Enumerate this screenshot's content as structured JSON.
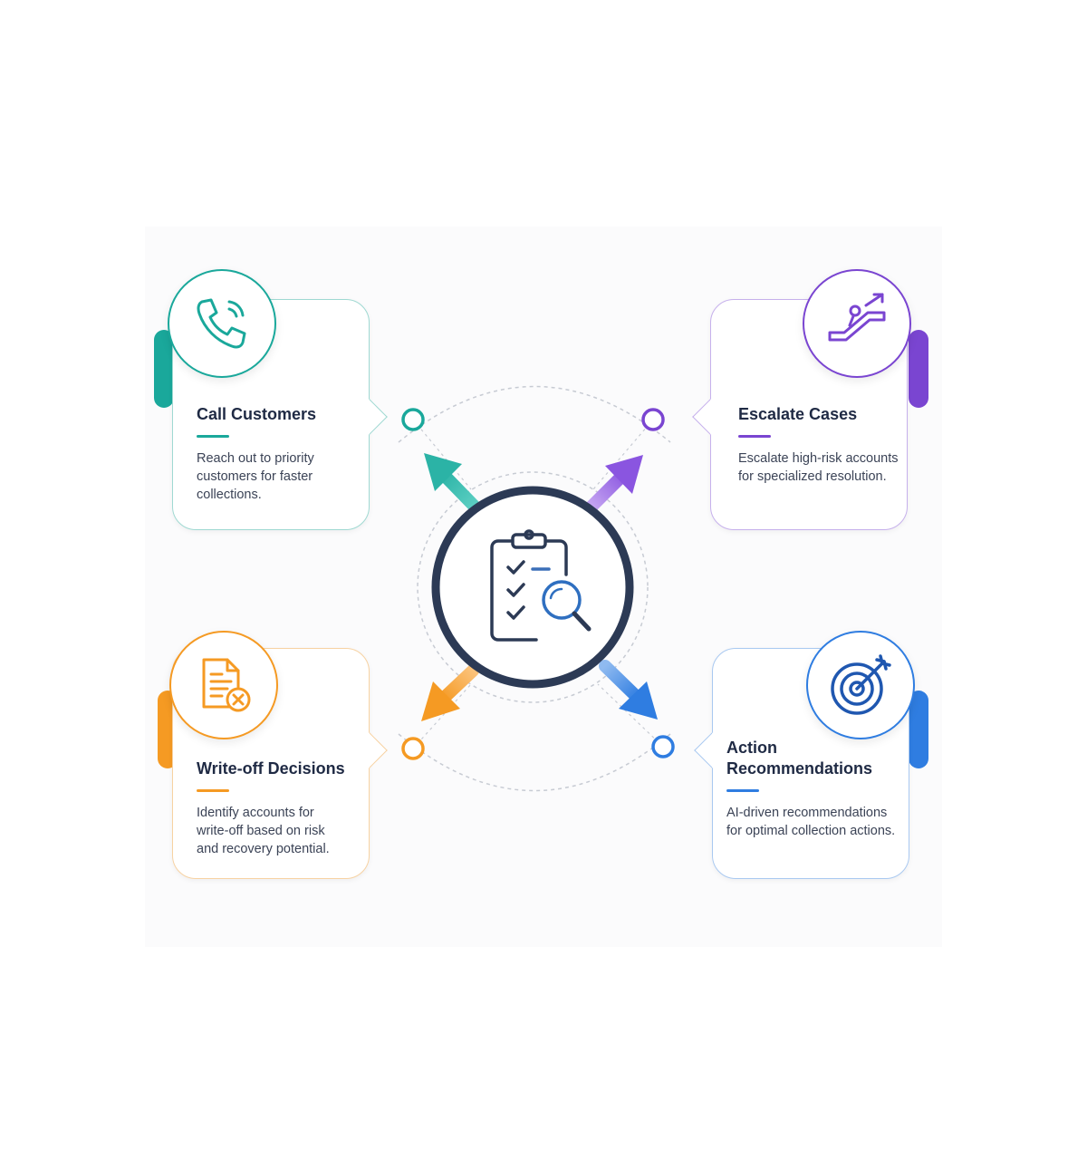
{
  "cards": [
    {
      "title": "Call Customers",
      "description": "Reach out to priority customers for faster collections.",
      "color": "#1aa89b",
      "icon": "phone-icon"
    },
    {
      "title": "Escalate Cases",
      "description": "Escalate high-risk accounts for specialized resolution.",
      "color": "#7a45d1",
      "icon": "escalator-icon"
    },
    {
      "title": "Write-off Decisions",
      "description": "Identify accounts for write-off based on risk and recovery potential.",
      "color": "#f59a23",
      "icon": "document-cancel-icon"
    },
    {
      "title": "Action Recommendations",
      "description": "AI-driven recommendations for optimal collection actions.",
      "color": "#2f7de1",
      "icon": "target-icon"
    }
  ],
  "center": {
    "icon": "clipboard-search-icon",
    "color": "#2c3a55"
  }
}
